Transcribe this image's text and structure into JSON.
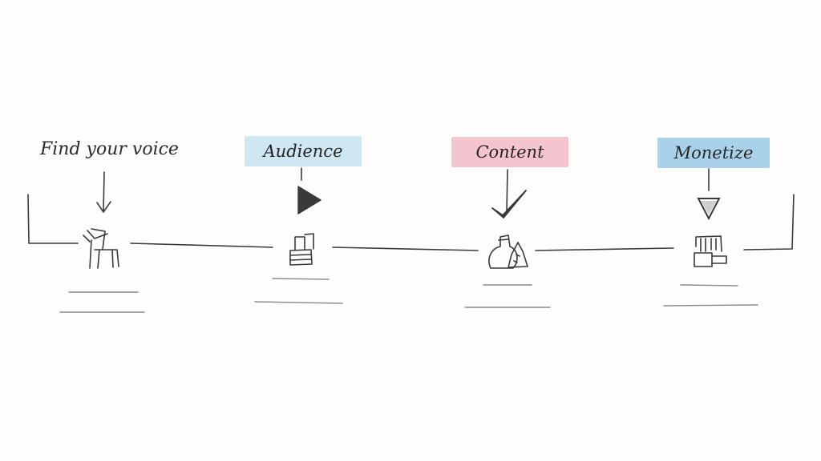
{
  "steps": [
    {
      "label": "Find your voice",
      "style": "plain",
      "icon": "chair-icon",
      "color": null
    },
    {
      "label": "Audience",
      "style": "tag",
      "icon": "stacked-books-icon",
      "color": "#cfe6f3"
    },
    {
      "label": "Content",
      "style": "tag",
      "icon": "bags-icon",
      "color": "#f4c4cf"
    },
    {
      "label": "Monetize",
      "style": "tag",
      "icon": "cash-register-icon",
      "color": "#a9d2ea"
    }
  ],
  "colors": {
    "ink": "#3a3a3a",
    "rule": "#8a8a8a",
    "background": "#fdfdfc"
  }
}
